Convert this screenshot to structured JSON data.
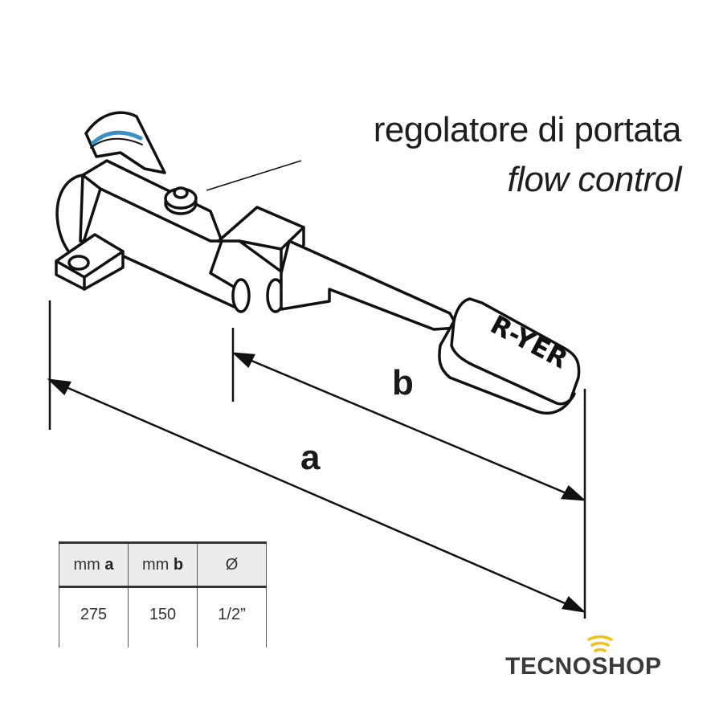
{
  "callout": {
    "label_it": "regolatore di portata",
    "label_en": "flow control"
  },
  "dimensions": {
    "a_label": "a",
    "b_label": "b"
  },
  "pedal": {
    "embossed_text": "R-YER"
  },
  "spec_table": {
    "headers": [
      {
        "prefix": "mm ",
        "bold": "a"
      },
      {
        "prefix": "mm ",
        "bold": "b"
      },
      {
        "prefix": "Ø",
        "bold": ""
      }
    ],
    "rows": [
      [
        "275",
        "150",
        "1/2”"
      ]
    ]
  },
  "brand": {
    "name": "TECNOSHOP",
    "text_color": "#3a3a3a",
    "accent_color": "#f2c21a"
  },
  "colors": {
    "line": "#111111",
    "seal_ring": "#3a8fc7",
    "table_header_bg": "#ececec"
  }
}
